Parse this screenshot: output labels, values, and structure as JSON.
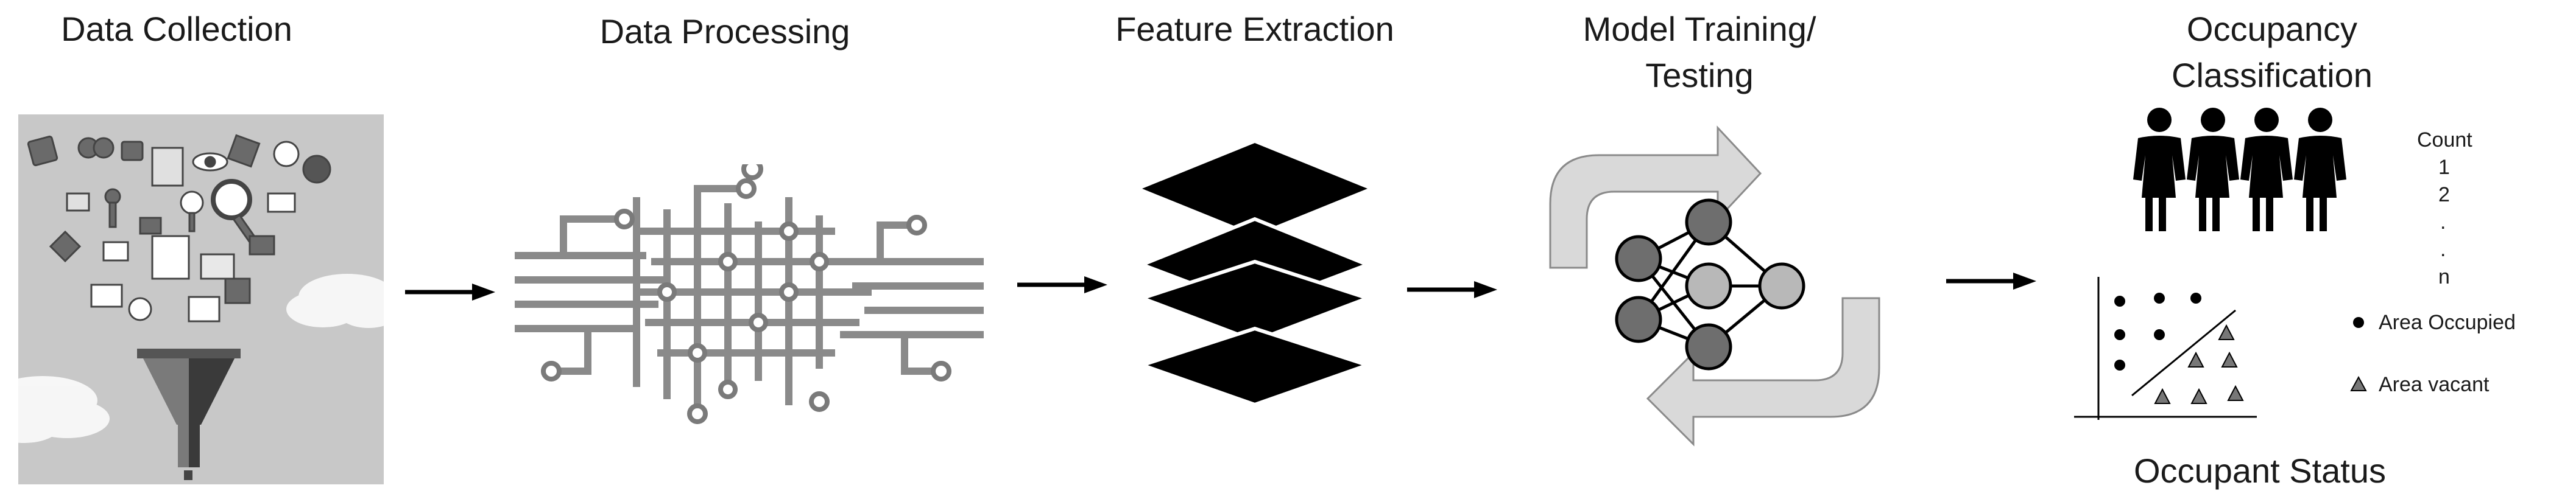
{
  "stages": [
    {
      "title": "Data Collection"
    },
    {
      "title": "Data Processing"
    },
    {
      "title": "Feature Extraction"
    },
    {
      "title_line1": "Model Training/",
      "title_line2": "Testing"
    },
    {
      "title_line1": "Occupancy",
      "title_line2": "Classification"
    }
  ],
  "count_panel": {
    "header": "Count",
    "values": [
      "1",
      "2",
      ".",
      ".",
      "n"
    ]
  },
  "legend": {
    "occupied": "Area Occupied",
    "vacant": "Area vacant"
  },
  "occupant_status": "Occupant Status",
  "colors": {
    "ink": "#000000",
    "panel_gray": "#c8c8c8",
    "node_dark": "#6e6e6e",
    "node_light": "#b8b8b8",
    "arrow_light": "#d9d9d9"
  }
}
